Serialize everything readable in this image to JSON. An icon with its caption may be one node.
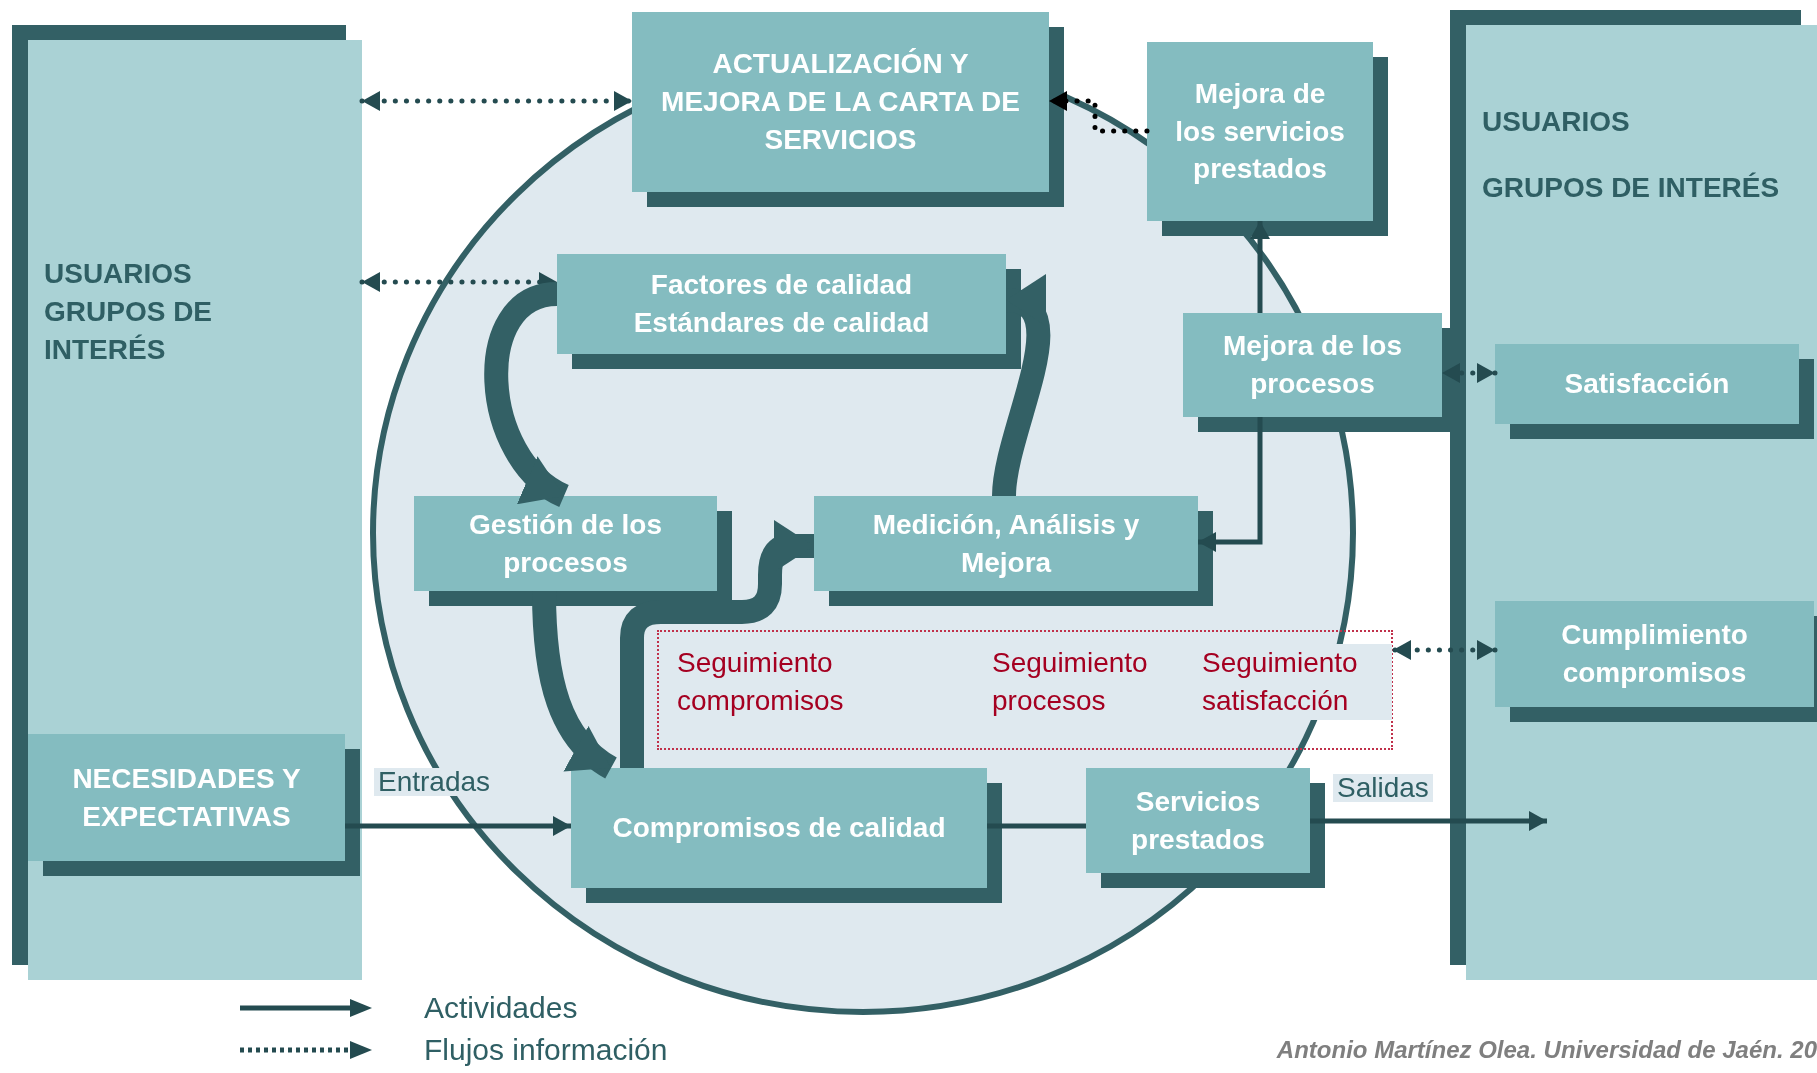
{
  "diagram": {
    "nodes": [
      {
        "text": [
          "USUARIOS GRUPOS DE INTERÉS"
        ]
      },
      {
        "text": [
          "NECESIDADES Y EXPECTATIVAS"
        ],
        "in": 0
      },
      {
        "text": [
          "ACTUALIZACIÓN Y MEJORA DE LA CARTA DE SERVICIOS"
        ]
      },
      {
        "text": [
          "Mejora de los servicios prestados"
        ]
      },
      {
        "text": [
          "Factores de calidad",
          "Estándares de calidad"
        ]
      },
      {
        "text": [
          "Mejora de los procesos"
        ]
      },
      {
        "text": [
          "Gestión de los procesos"
        ]
      },
      {
        "text": [
          "Medición, Análisis y Mejora"
        ]
      },
      {
        "text": [
          "Seguimiento compromisos",
          "Seguimiento procesos",
          "Seguimiento satisfacción"
        ]
      },
      {
        "text": [
          "Compromisos de calidad"
        ]
      },
      {
        "text": [
          "Servicios prestados"
        ]
      },
      {
        "text": [
          "USUARIOS",
          "GRUPOS DE INTERÉS"
        ]
      },
      {
        "text": [
          "Satisfacción"
        ],
        "in": 11
      },
      {
        "text": [
          "Cumplimiento compromisos"
        ],
        "in": 11
      }
    ],
    "edges": [
      {
        "from": 0,
        "to": 2,
        "arrow": "both",
        "style": "dashed"
      },
      {
        "from": 0,
        "to": 4,
        "arrow": "both",
        "style": "dashed"
      },
      {
        "from": 3,
        "to": 2,
        "arrow": "to",
        "style": "dashed",
        "color": "#000000"
      },
      {
        "from": 5,
        "to": 3,
        "arrow": "to"
      },
      {
        "from": 5,
        "to": 7,
        "arrow": "to"
      },
      {
        "from": 12,
        "to": 5,
        "arrow": "both",
        "style": "dashed"
      },
      {
        "from": 13,
        "to": 8,
        "arrow": "both",
        "style": "dashed"
      },
      {
        "from": 4,
        "to": 6,
        "arrow": "to",
        "style": "thick"
      },
      {
        "from": 7,
        "to": 4,
        "arrow": "to",
        "style": "thick"
      },
      {
        "from": 6,
        "to": 9,
        "arrow": "to",
        "style": "thick"
      },
      {
        "from": 9,
        "to": 7,
        "arrow": "to",
        "style": "thick"
      },
      {
        "from": 1,
        "to": 9,
        "arrow": "to",
        "label": "Entradas"
      },
      {
        "from": 9,
        "to": 10,
        "arrow": "none"
      },
      {
        "from": 10,
        "to": 11,
        "arrow": "to",
        "label": "Salidas"
      }
    ],
    "labels": [
      "Antonio Martínez Olea. Universidad de Jaén. 20"
    ],
    "legend": [
      {
        "text": "Actividades"
      },
      {
        "text": "Flujos información"
      }
    ]
  }
}
